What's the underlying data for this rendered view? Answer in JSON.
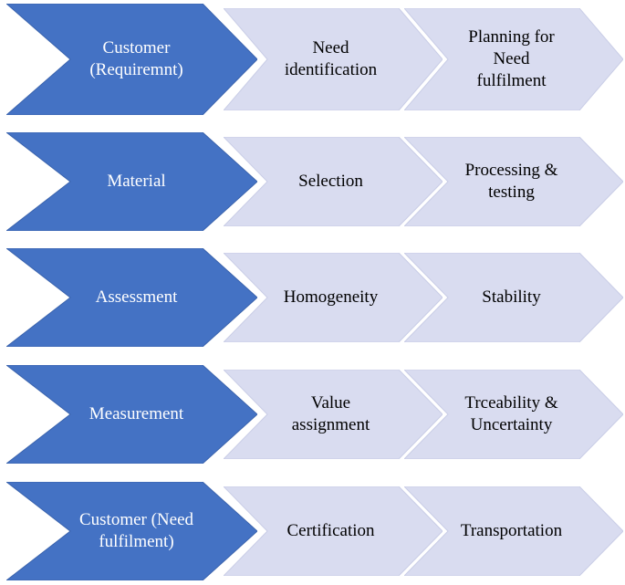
{
  "colors": {
    "dark_fill": "#4472C4",
    "light_fill": "#D9DCF0",
    "dark_text": "#FFFFFF",
    "light_text": "#000000"
  },
  "rows": [
    {
      "head": "Customer\n(Requiremnt)",
      "steps": [
        "Need\nidentification",
        "Planning for\nNeed\nfulfilment"
      ]
    },
    {
      "head": "Material",
      "steps": [
        "Selection",
        "Processing &\ntesting"
      ]
    },
    {
      "head": "Assessment",
      "steps": [
        "Homogeneity",
        "Stability"
      ]
    },
    {
      "head": "Measurement",
      "steps": [
        "Value\nassignment",
        "Trceability &\nUncertainty"
      ]
    },
    {
      "head": "Customer (Need\nfulfilment)",
      "steps": [
        "Certification",
        "Transportation"
      ]
    }
  ]
}
